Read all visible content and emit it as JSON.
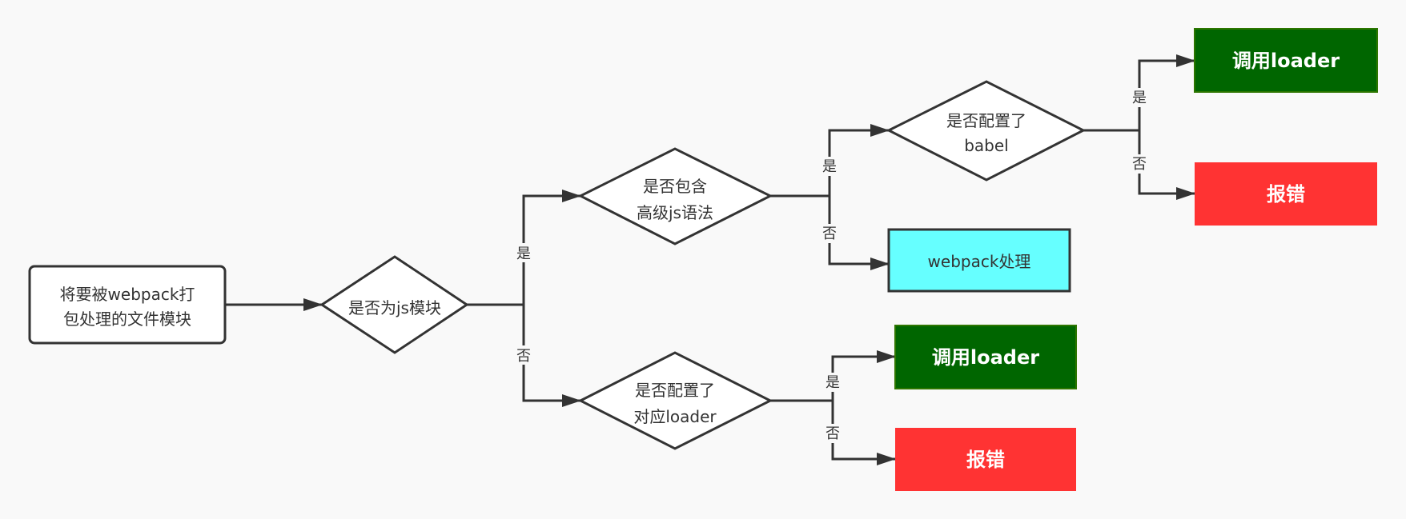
{
  "colors": {
    "background": "#f9f9f9",
    "stroke": "#333333",
    "green": "#006600",
    "green_border": "#2d7600",
    "red": "#ff3333",
    "cyan": "#66ffff"
  },
  "nodes": {
    "start": {
      "line1": "将要被webpack打",
      "line2": "包处理的文件模块"
    },
    "is_js": {
      "label": "是否为js模块"
    },
    "has_advanced_js": {
      "line1": "是否包含",
      "line2": "高级js语法"
    },
    "babel_configured": {
      "line1": "是否配置了",
      "line2": "babel"
    },
    "webpack_handle": {
      "label": "webpack处理"
    },
    "call_loader_top": {
      "label": "调用loader"
    },
    "error_top": {
      "label": "报错"
    },
    "loader_configured": {
      "line1": "是否配置了",
      "line2": "对应loader"
    },
    "call_loader_bottom": {
      "label": "调用loader"
    },
    "error_bottom": {
      "label": "报错"
    }
  },
  "edge_labels": {
    "yes": "是",
    "no": "否"
  }
}
